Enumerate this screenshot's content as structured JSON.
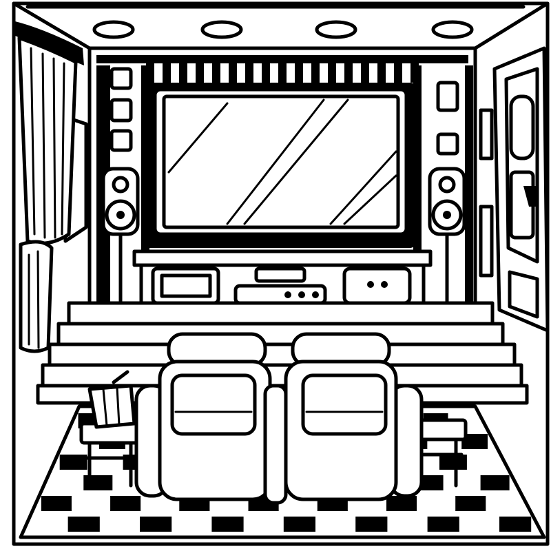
{
  "colors": {
    "ink": "#000000",
    "paper": "#ffffff"
  },
  "scene": {
    "objects": [
      "ceiling-lights",
      "curtain",
      "window",
      "back-wall-stripes",
      "tv-screen",
      "left-speaker",
      "right-speaker",
      "media-console",
      "door",
      "stage-steps",
      "armchair-left",
      "armchair-right",
      "side-table-left",
      "side-table-right",
      "popcorn-box",
      "checkered-rug"
    ]
  }
}
